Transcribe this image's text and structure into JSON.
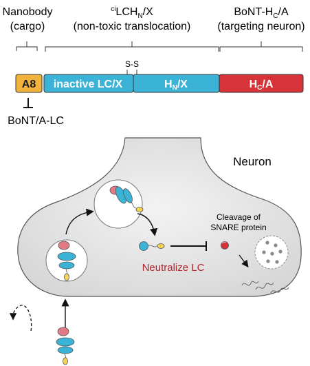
{
  "labels": {
    "nanobody_title": "Nanobody",
    "nanobody_sub": "(cargo)",
    "cilch_title_pre": "ci",
    "cilch_title_main": "LCH",
    "cilch_title_sub": "N",
    "cilch_title_post": "/X",
    "cilch_sub": "(non-toxic translocation)",
    "bont_title_pre": "BoNT-H",
    "bont_title_sub": "C",
    "bont_title_post": "/A",
    "bont_sub": "(targeting neuron)",
    "ss_bond": "S-S",
    "inhibits": "BoNT/A-LC",
    "neuron": "Neuron",
    "cleavage_line1": "Cleavage of",
    "cleavage_line2": "SNARE protein",
    "neutralize": "Neutralize LC"
  },
  "construct": {
    "a8": "A8",
    "lc": "inactive LC/X",
    "hn_main": "H",
    "hn_sub": "N",
    "hn_post": "/X",
    "hc_main": "H",
    "hc_sub": "C",
    "hc_post": "/A"
  },
  "colors": {
    "a8": "#f2b33d",
    "lc": "#3bb3d6",
    "hn": "#3bb3d6",
    "hc": "#d63438",
    "pink": "#e07b86",
    "yellow": "#f3d25a",
    "neutralize_text": "#b3222a"
  }
}
